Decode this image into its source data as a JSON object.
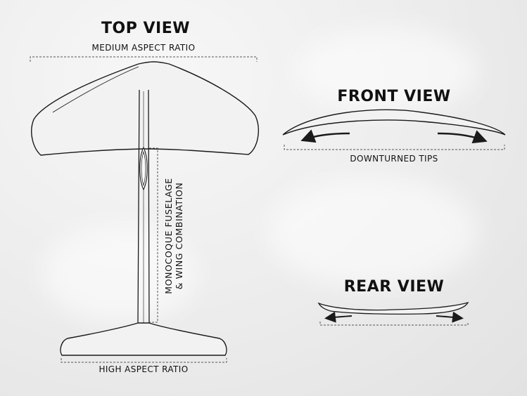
{
  "top_view": {
    "heading": "TOP VIEW",
    "front_wing_caption": "MEDIUM ASPECT RATIO",
    "fuselage_caption_line1": "MONOCOQUE FUSELAGE",
    "fuselage_caption_line2": "& WING COMBINATION",
    "rear_wing_caption": "HIGH ASPECT RATIO"
  },
  "front_view": {
    "heading": "FRONT VIEW",
    "caption": "DOWNTURNED TIPS"
  },
  "rear_view": {
    "heading": "REAR VIEW"
  },
  "colors": {
    "line": "#1a1a1a",
    "dash": "#555555"
  }
}
